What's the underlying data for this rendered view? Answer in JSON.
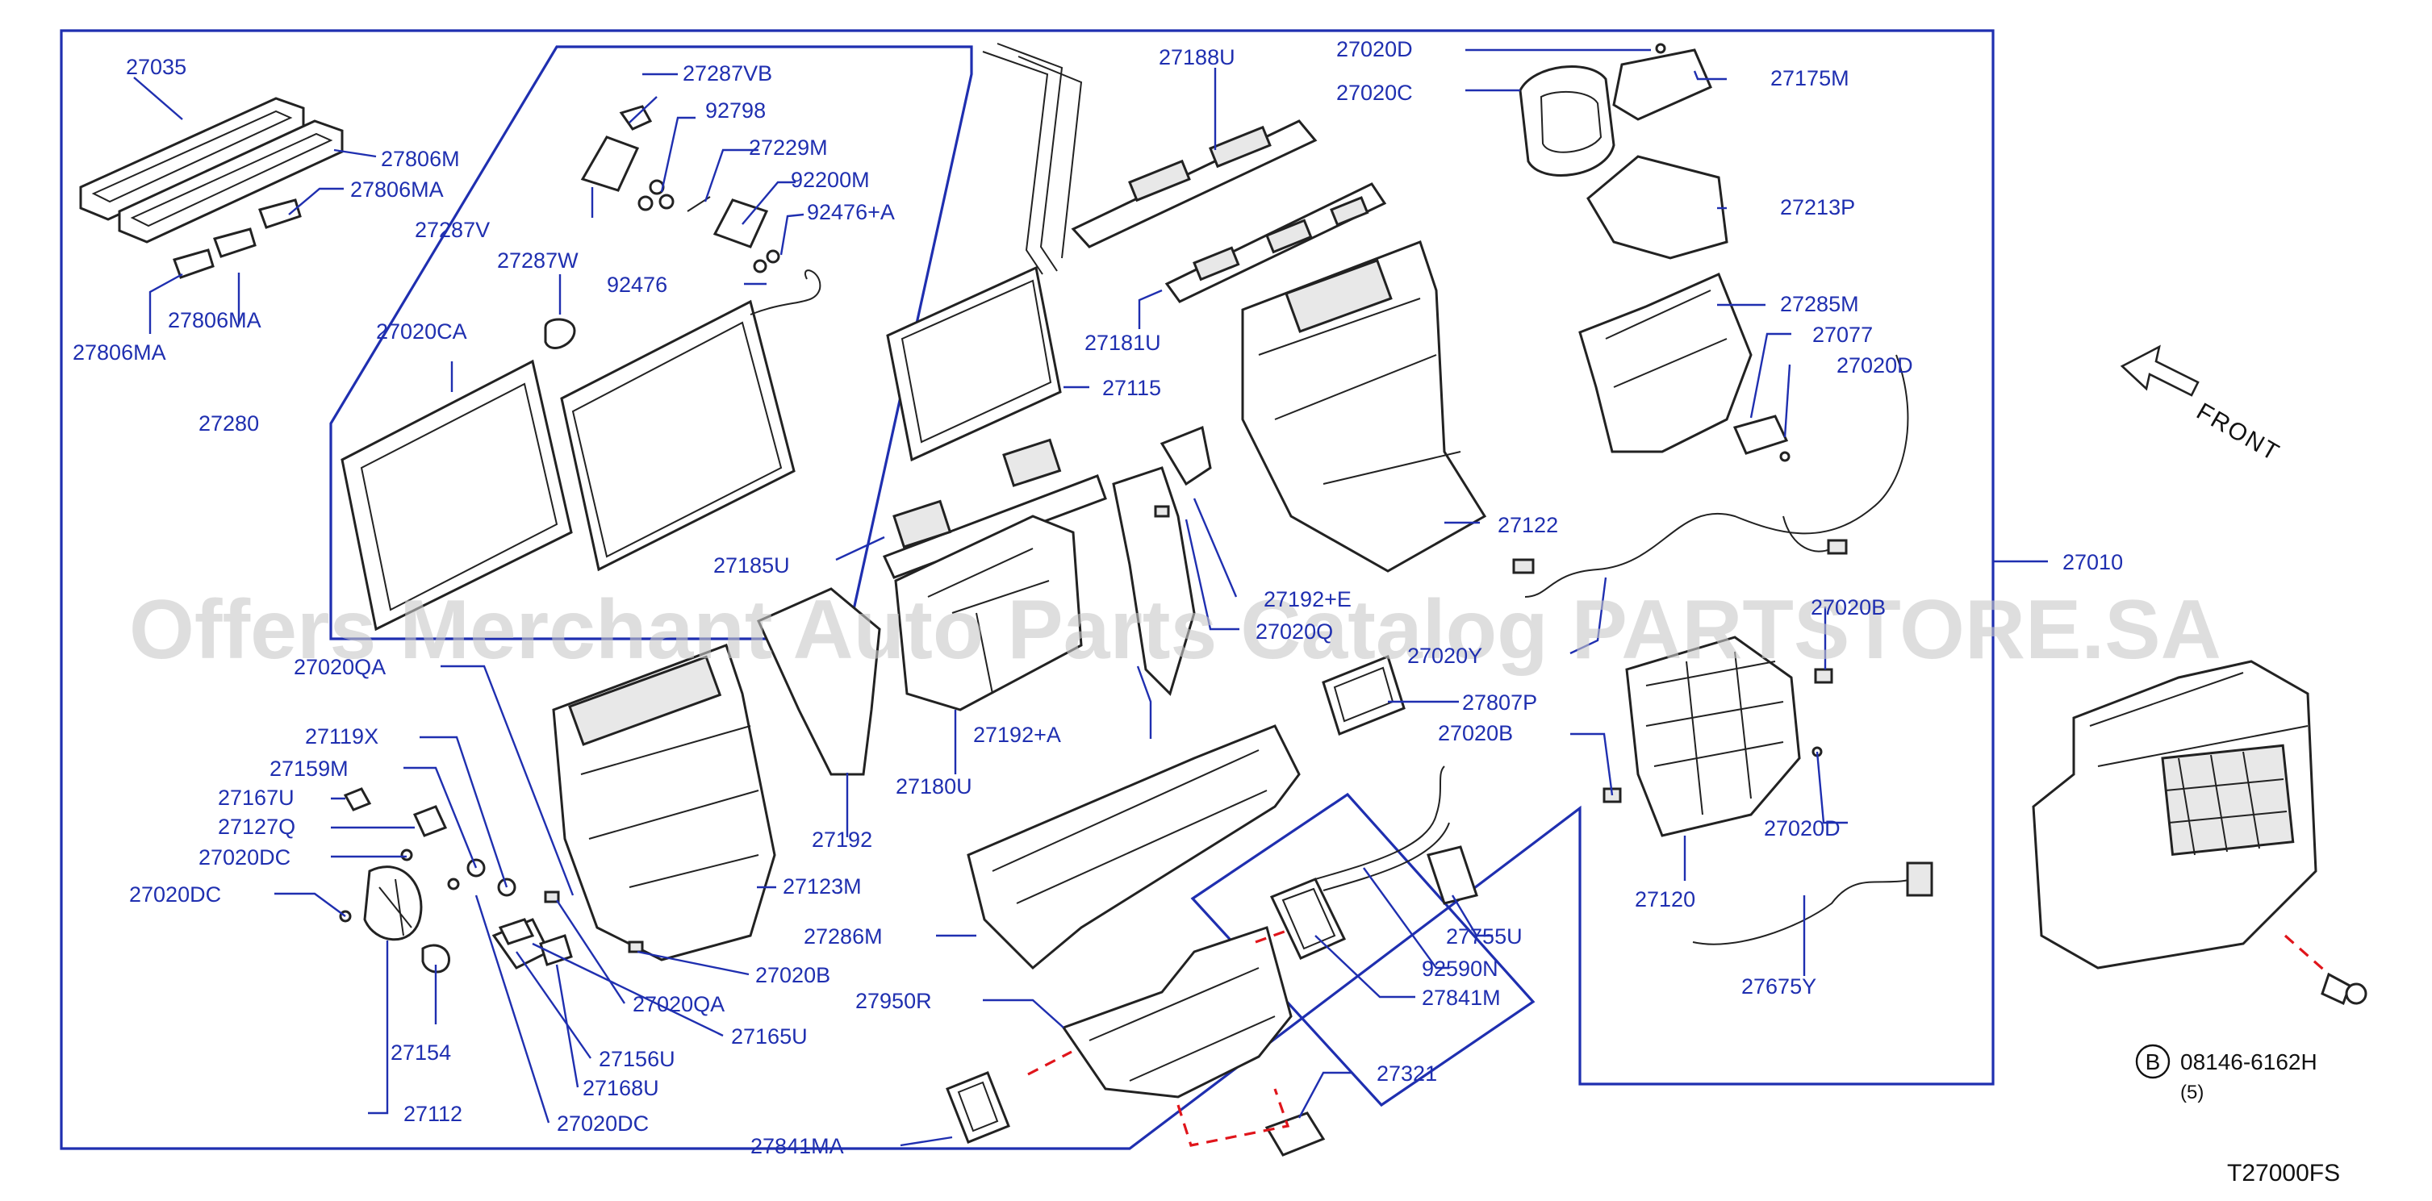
{
  "diagram": {
    "watermark": "Offers Merchant Auto Parts Catalog PARTSTORE.SA",
    "diagram_code": "T27000FS",
    "front_label": "FRONT",
    "bolt_callout": {
      "circle_letter": "B",
      "part_number": "08146-6162H",
      "quantity": "(5)"
    },
    "labels": {
      "l27035": "27035",
      "l27806M": "27806M",
      "l27806MA_1": "27806MA",
      "l27806MA_2": "27806MA",
      "l27806MA_3": "27806MA",
      "l27287VB": "27287VB",
      "l92798": "92798",
      "l27229M": "27229M",
      "l92200M": "92200M",
      "l92476A": "92476+A",
      "l92476": "92476",
      "l27287V": "27287V",
      "l27287W": "27287W",
      "l27020CA": "27020CA",
      "l27280": "27280",
      "l27188U": "27188U",
      "l27181U": "27181U",
      "l27115": "27115",
      "l27185U": "27185U",
      "l27020D_top": "27020D",
      "l27020C": "27020C",
      "l27175M": "27175M",
      "l27213P": "27213P",
      "l27285M": "27285M",
      "l27077": "27077",
      "l27020D_mid": "27020D",
      "l27122": "27122",
      "l27010": "27010",
      "l27192E": "27192+E",
      "l27020Q": "27020Q",
      "l27020Y": "27020Y",
      "l27020B_right": "27020B",
      "l27020QA_top": "27020QA",
      "l27119X": "27119X",
      "l27159M": "27159M",
      "l27167U": "27167U",
      "l27127Q": "27127Q",
      "l27020DC_1": "27020DC",
      "l27020DC_2": "27020DC",
      "l27192A": "27192+A",
      "l27180U": "27180U",
      "l27192": "27192",
      "l27807P": "27807P",
      "l27020B_mid": "27020B",
      "l27020D_low": "27020D",
      "l27120": "27120",
      "l27123M": "27123M",
      "l27286M": "27286M",
      "l27020B_low": "27020B",
      "l27755U": "27755U",
      "l92590N": "92590N",
      "l27841M": "27841M",
      "l27675Y": "27675Y",
      "l27154": "27154",
      "l27020QA_low": "27020QA",
      "l27165U": "27165U",
      "l27156U": "27156U",
      "l27168U": "27168U",
      "l27112": "27112",
      "l27020DC_3": "27020DC",
      "l27950R": "27950R",
      "l27321": "27321",
      "l27841MA": "27841MA"
    }
  }
}
